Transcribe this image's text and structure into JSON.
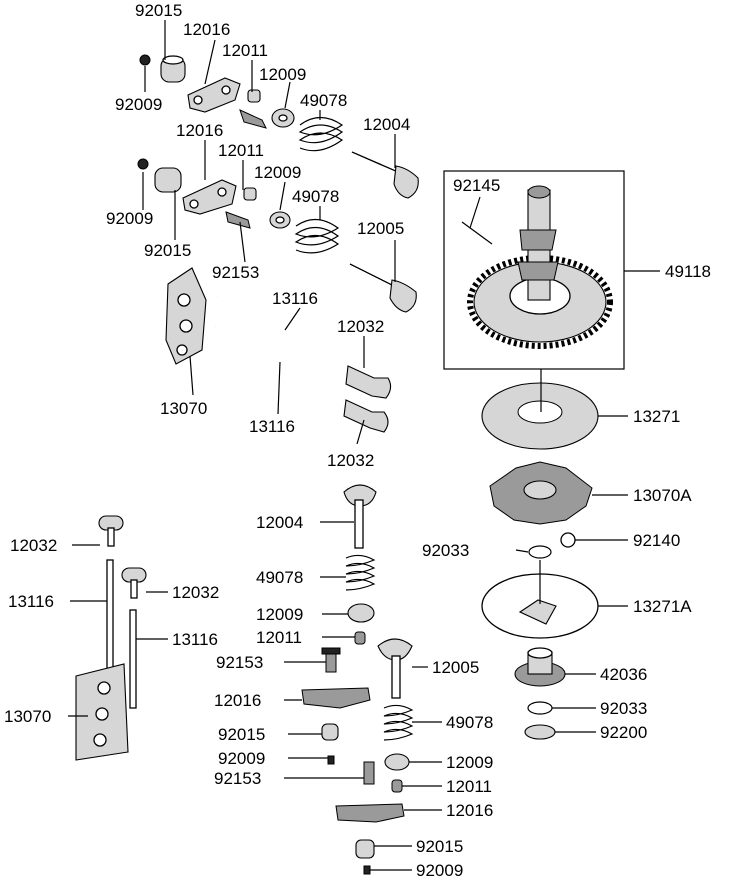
{
  "labels": {
    "top_92015": "92015",
    "top_12016": "12016",
    "top_12011": "12011",
    "top_12009": "12009",
    "top_49078": "49078",
    "top_12004": "12004",
    "top_92009": "92009",
    "second_12016": "12016",
    "second_12011": "12011",
    "second_12009": "12009",
    "second_49078": "49078",
    "second_12005": "12005",
    "second_92009": "92009",
    "second_92015": "92015",
    "second_92153": "92153",
    "top_13116": "13116",
    "top_12032": "12032",
    "top_13070": "13070",
    "mid_13116": "13116",
    "mid_12032": "12032",
    "cam_92145": "92145",
    "cam_49118": "49118",
    "cam_13271": "13271",
    "cam_13070A": "13070A",
    "cam_92033": "92033",
    "cam_92140": "92140",
    "cam_13271A": "13271A",
    "cam_42036": "42036",
    "cam_92033b": "92033",
    "cam_92200": "92200",
    "left_12032": "12032",
    "left_13116": "13116",
    "left_12032b": "12032",
    "left_13116b": "13116",
    "left_13070": "13070",
    "bot_12004": "12004",
    "bot_49078": "49078",
    "bot_12009": "12009",
    "bot_12011": "12011",
    "bot_92153": "92153",
    "bot_12005": "12005",
    "bot_12016": "12016",
    "bot_92015": "92015",
    "bot_49078b": "49078",
    "bot_92009": "92009",
    "bot_12009b": "12009",
    "bot_92153b": "92153",
    "bot_12011b": "12011",
    "bot_12016b": "12016",
    "bot_92015b": "92015",
    "bot_92009b": "92009"
  }
}
